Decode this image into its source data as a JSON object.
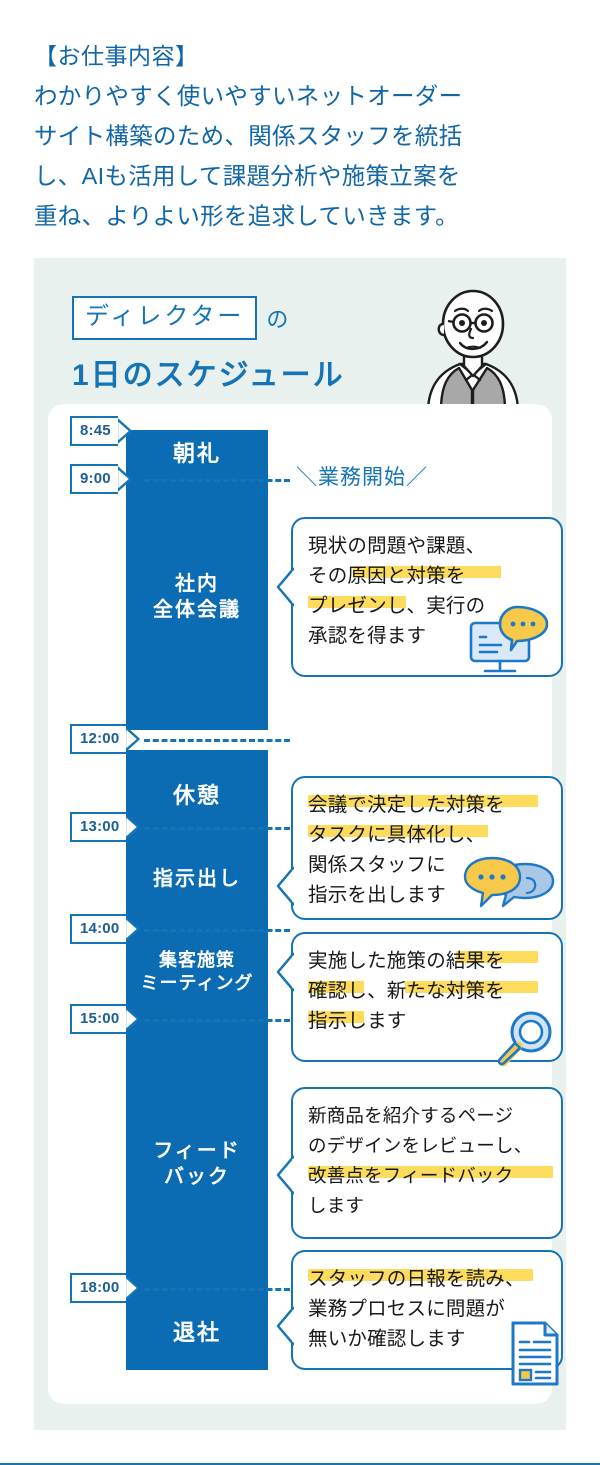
{
  "intro": {
    "heading": "【お仕事内容】",
    "body": "わかりやすく使いやすいネットオーダー\nサイト構築のため、関係スタッフを統括\nし、AIも活用して課題分析や施策立案を\n重ね、よりよい形を追求していきます。"
  },
  "panel": {
    "role_tag": "ディレクター",
    "particle": "の",
    "title": "1日のスケジュール",
    "avatar_alt": "director-avatar"
  },
  "timeline": {
    "start_note": "＼業務開始／",
    "times": [
      "8:45",
      "9:00",
      "12:00",
      "13:00",
      "14:00",
      "15:00",
      "18:00"
    ],
    "blocks": [
      {
        "label": "朝礼"
      },
      {
        "label": "社内\n全体会議"
      },
      {
        "label": "休憩"
      },
      {
        "label": "指示出し"
      },
      {
        "label": "集客施策\nミーティング"
      },
      {
        "label": "フィード\nバック"
      },
      {
        "label": "退社"
      }
    ]
  },
  "callouts": [
    {
      "id": "callout-meeting",
      "text": "現状の問題や課題、\nその原因と対策を\nプレゼンし、実行の\n承認を得ます",
      "icon": "monitor-speech-icon"
    },
    {
      "id": "callout-instructions",
      "text": "会議で決定した対策を\nタスクに具体化し、\n関係スタッフに\n指示を出します",
      "icon": "speech-bubbles-icon"
    },
    {
      "id": "callout-marketing",
      "text": "実施した施策の結果を\n確認し、新たな対策を\n指示します",
      "icon": "magnifier-icon"
    },
    {
      "id": "callout-feedback",
      "text": "新商品を紹介するページ\nのデザインをレビューし、\n改善点をフィードバック\nします",
      "icon": "none"
    },
    {
      "id": "callout-report",
      "text": "スタッフの日報を読み、\n業務プロセスに問題が\n無いか確認します",
      "icon": "document-icon"
    }
  ],
  "colors": {
    "brand_blue": "#1574b5",
    "spine_blue": "#0b6cb4",
    "panel_tint": "#e8f1ee",
    "highlight_yellow": "#fcdb5d",
    "text_dark": "#16181a"
  }
}
